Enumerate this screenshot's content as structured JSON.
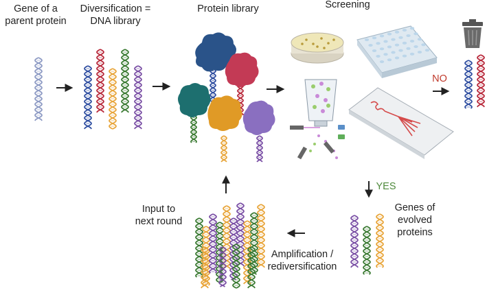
{
  "labels": {
    "parent_gene": [
      "Gene of a",
      "parent protein"
    ],
    "diversification": [
      "Diversification =",
      "DNA library"
    ],
    "protein_library": "Protein library",
    "screening": "Screening",
    "no": "NO",
    "yes": "YES",
    "evolved_genes": [
      "Genes of",
      "evolved",
      "proteins"
    ],
    "input_next": [
      "Input to",
      "next round"
    ],
    "amplification": [
      "Amplification /",
      "rediversification"
    ]
  },
  "colors": {
    "dna_parent": "#8d9ac4",
    "dna_blue": "#2e4da0",
    "dna_red": "#b8283a",
    "dna_orange": "#e8a53a",
    "dna_green": "#3a7a32",
    "dna_purple": "#7a4fa5",
    "protein_navy": "#2a5389",
    "protein_crimson": "#c33a55",
    "protein_teal": "#1d6f6f",
    "protein_amber": "#e09a26",
    "protein_violet": "#8a6fc0",
    "no_text": "#c0392b",
    "yes_text": "#4f8a3c",
    "arrow": "#222222"
  }
}
